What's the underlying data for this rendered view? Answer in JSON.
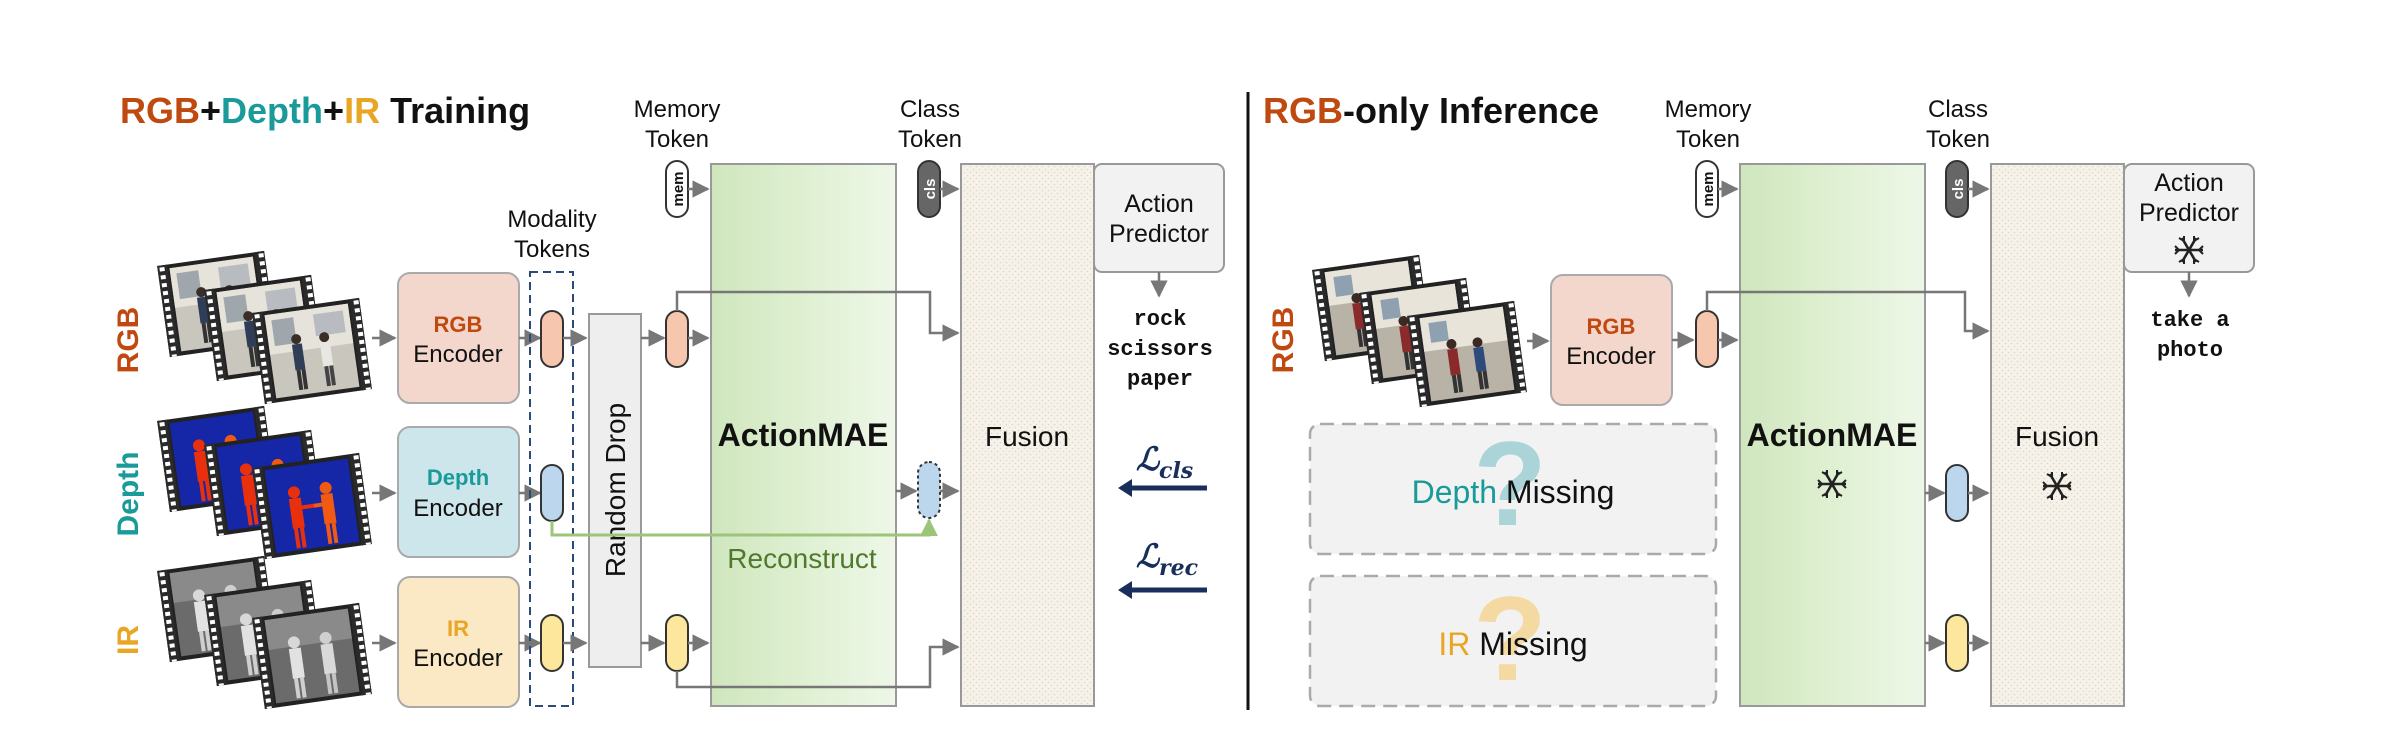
{
  "training": {
    "title_rgb": "RGB",
    "title_plus1": "+",
    "title_depth": "Depth",
    "title_plus2": "+",
    "title_ir": "IR",
    "title_rest": " Training",
    "row_rgb": "RGB",
    "row_depth": "Depth",
    "row_ir": "IR",
    "enc_rgb_top": "RGB",
    "enc_rgb_bottom": "Encoder",
    "enc_depth_top": "Depth",
    "enc_depth_bottom": "Encoder",
    "enc_ir_top": "IR",
    "enc_ir_bottom": "Encoder",
    "modality_line1": "Modality",
    "modality_line2": "Tokens",
    "random_drop": "Random Drop",
    "memory_line1": "Memory",
    "memory_line2": "Token",
    "mem_chip": "mem",
    "class_line1": "Class",
    "class_line2": "Token",
    "cls_chip": "cls",
    "actionmae": "ActionMAE",
    "reconstruct": "Reconstruct",
    "fusion": "Fusion",
    "predictor_line1": "Action",
    "predictor_line2": "Predictor",
    "output_line1": "rock",
    "output_line2": "scissors",
    "output_line3": "paper",
    "loss_cls": "ℒ",
    "loss_cls_sub": "cls",
    "loss_rec": "ℒ",
    "loss_rec_sub": "rec"
  },
  "inference": {
    "title_rgb": "RGB",
    "title_rest": "-only Inference",
    "row_rgb": "RGB",
    "enc_rgb_top": "RGB",
    "enc_rgb_bottom": "Encoder",
    "memory_line1": "Memory",
    "memory_line2": "Token",
    "mem_chip": "mem",
    "class_line1": "Class",
    "class_line2": "Token",
    "cls_chip": "cls",
    "actionmae": "ActionMAE",
    "fusion": "Fusion",
    "predictor_line1": "Action",
    "predictor_line2": "Predictor",
    "output_line1": "take a",
    "output_line2": "photo",
    "depth_missing_mod": "Depth",
    "depth_missing_word": " Missing",
    "ir_missing_mod": "IR",
    "ir_missing_word": " Missing",
    "frozen_glyph": "❄"
  },
  "colors": {
    "rgb": "#c0490f",
    "depth": "#1b9a9a",
    "ir": "#e9a524",
    "dark": "#111111",
    "navy": "#1a2e5c",
    "rgb_fill": "#f3d7cc",
    "depth_fill": "#cce6ec",
    "ir_fill": "#fbe8c4",
    "rgb_token": "#f6c6ae",
    "depth_token": "#bcd6ee",
    "ir_token": "#fde79c",
    "actionmae_fill": "#d9ebcc",
    "reconstruct": "#4f7a2e"
  }
}
